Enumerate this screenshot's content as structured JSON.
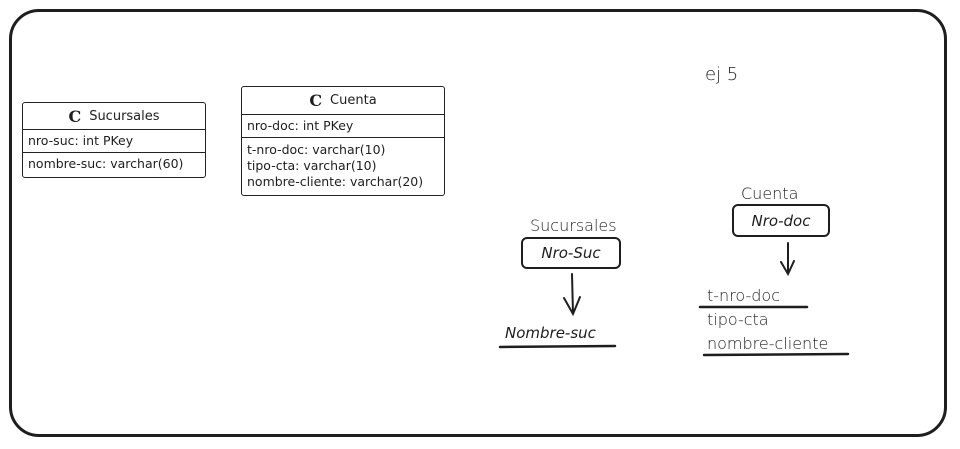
{
  "title": "ej 5",
  "uml_classes": [
    {
      "name": "Sucursales",
      "stereotype_icon": "C",
      "pk": [
        "nro-suc: int PKey"
      ],
      "attributes": [
        "nombre-suc: varchar(60)"
      ]
    },
    {
      "name": "Cuenta",
      "stereotype_icon": "C",
      "pk": [
        "nro-doc: int PKey"
      ],
      "attributes": [
        "t-nro-doc: varchar(10)",
        "tipo-cta: varchar(10)",
        "nombre-cliente: varchar(20)"
      ]
    }
  ],
  "dependencies": [
    {
      "entity": "Sucursales",
      "key": "Nro-Suc",
      "dependents": [
        "Nombre-suc"
      ]
    },
    {
      "entity": "Cuenta",
      "key": "Nro-doc",
      "dependents": [
        "t-nro-doc",
        "tipo-cta",
        "nombre-cliente"
      ]
    }
  ]
}
